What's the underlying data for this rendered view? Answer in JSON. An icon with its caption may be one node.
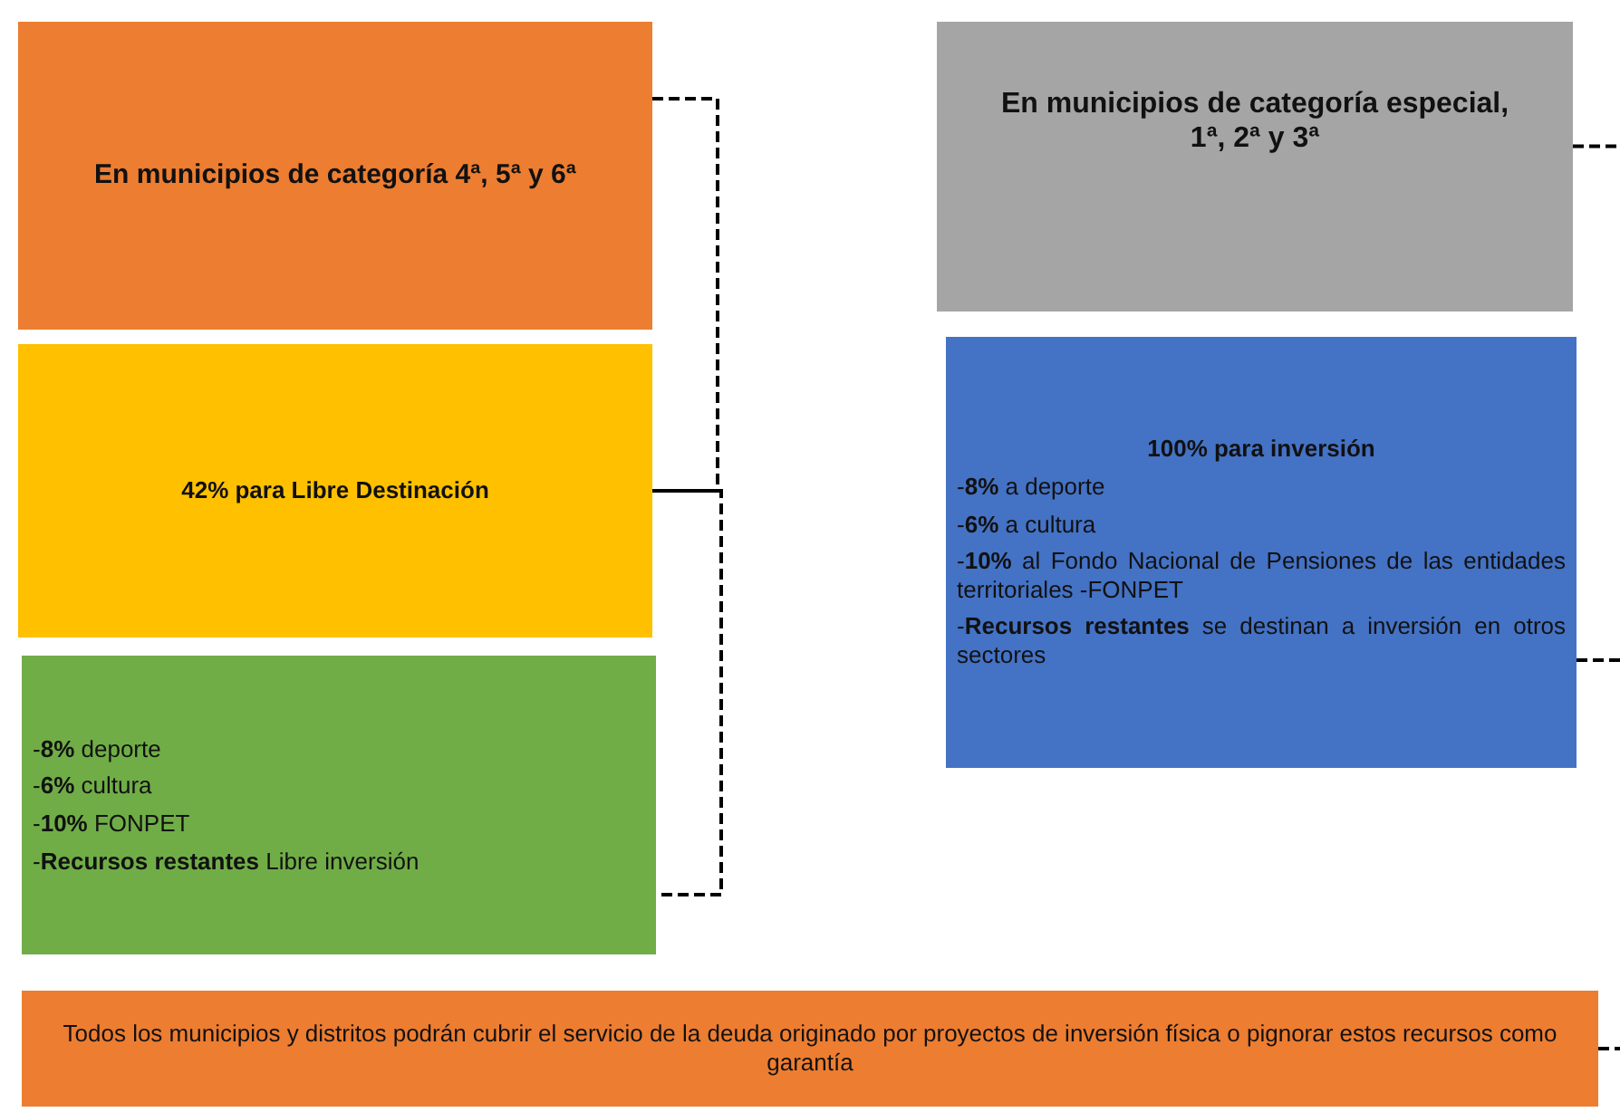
{
  "diagram": {
    "nodes": [
      {
        "text": [
          "En municipios de categoría 4ª, 5ª y 6ª"
        ]
      },
      {
        "text": [
          "42% para Libre Destinación"
        ]
      },
      {
        "text": [
          "-**8%**  deporte",
          "-**6%** cultura",
          "-**10%**  FONPET",
          "-**Recursos restantes** Libre inversión"
        ]
      },
      {
        "text": [
          "En municipios de categoría especial, 1ª, 2ª y 3ª"
        ]
      },
      {
        "text": [
          "100% para inversión",
          "-**8%** a deporte",
          "-**6%** a cultura",
          "-**10%** al Fondo Nacional de Pensiones de las entidades territoriales -FONPET",
          "-**Recursos restantes** se destinan a inversión en otros sectores"
        ]
      },
      {
        "text": [
          "Todos los municipios y distritos podrán cubrir el servicio de la deuda originado por proyectos de inversión física o pignorar estos recursos como garantía"
        ]
      }
    ],
    "edges": [
      {
        "from": 0,
        "to": 1,
        "arrow": "none",
        "style": "dashed"
      },
      {
        "from": 1,
        "to": 2,
        "arrow": "none",
        "style": "dashed"
      },
      {
        "from": 3,
        "to": null,
        "arrow": "none",
        "style": "dashed"
      },
      {
        "from": 4,
        "to": null,
        "arrow": "none",
        "style": "dashed"
      },
      {
        "from": 5,
        "to": null,
        "arrow": "none",
        "style": "dashed"
      }
    ]
  }
}
